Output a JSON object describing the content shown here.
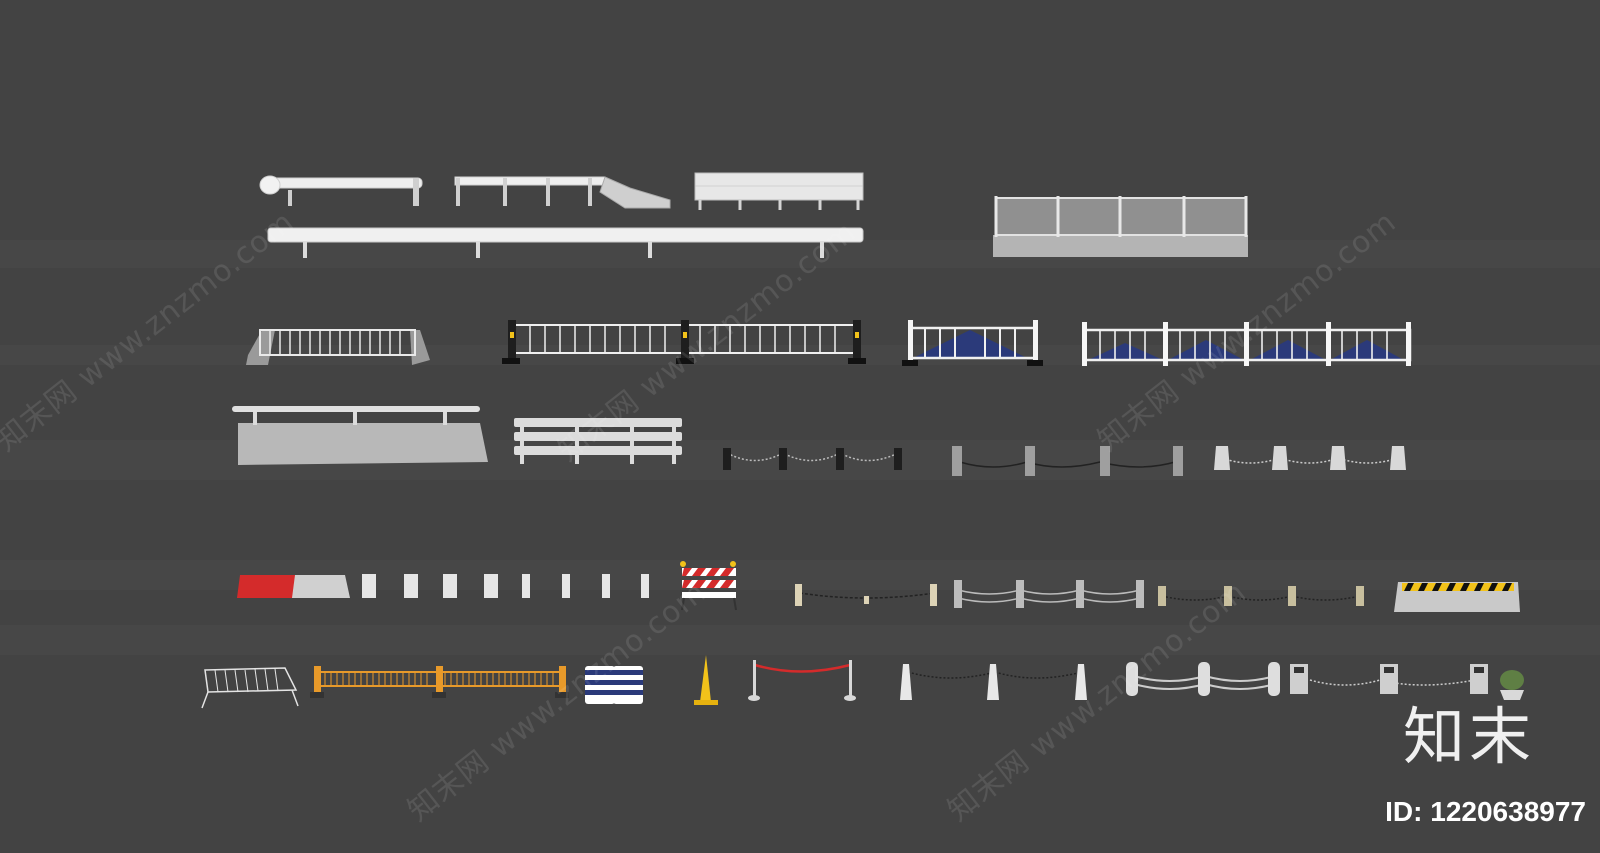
{
  "brand": {
    "mark": "知末",
    "id_label": "ID:",
    "id_value": "1220638977"
  },
  "watermark": {
    "url": "www.znzmo.com",
    "site_cn": "知末网"
  },
  "colors": {
    "background": "#434343",
    "fence_white": "#e8e8e8",
    "concrete": "#b5b5b5",
    "accent_blue": "#2b3a7a",
    "warning_red": "#d42b2b",
    "warning_yellow": "#f2c21a",
    "accent_orange": "#e89a2a"
  },
  "catalog": [
    "guardrail-end-terminal",
    "guardrail-flared-end",
    "wire-mesh-guardrail-panel",
    "w-beam-guardrail-long",
    "chain-link-fence-on-base",
    "steel-railing-on-concrete-feet",
    "municipal-fence-black-posts",
    "municipal-fence-blue-triangles-short",
    "municipal-fence-blue-triangles-long",
    "concrete-barrier-with-rail",
    "triple-beam-rail",
    "chain-bollards-black",
    "chain-bollards-concrete",
    "chain-bollards-white",
    "water-filled-barriers-red-white",
    "small-concrete-blocks",
    "striped-road-work-barricade",
    "wooden-bollard-chain",
    "steel-bollard-chain",
    "short-bollard-rope",
    "hazard-striped-concrete-barrier",
    "crowd-control-barrier",
    "orange-fence",
    "blue-water-barrels",
    "traffic-cone",
    "stanchion-red-rope",
    "white-post-chain",
    "large-post-chain",
    "lamp-post-chain-with-planter"
  ]
}
